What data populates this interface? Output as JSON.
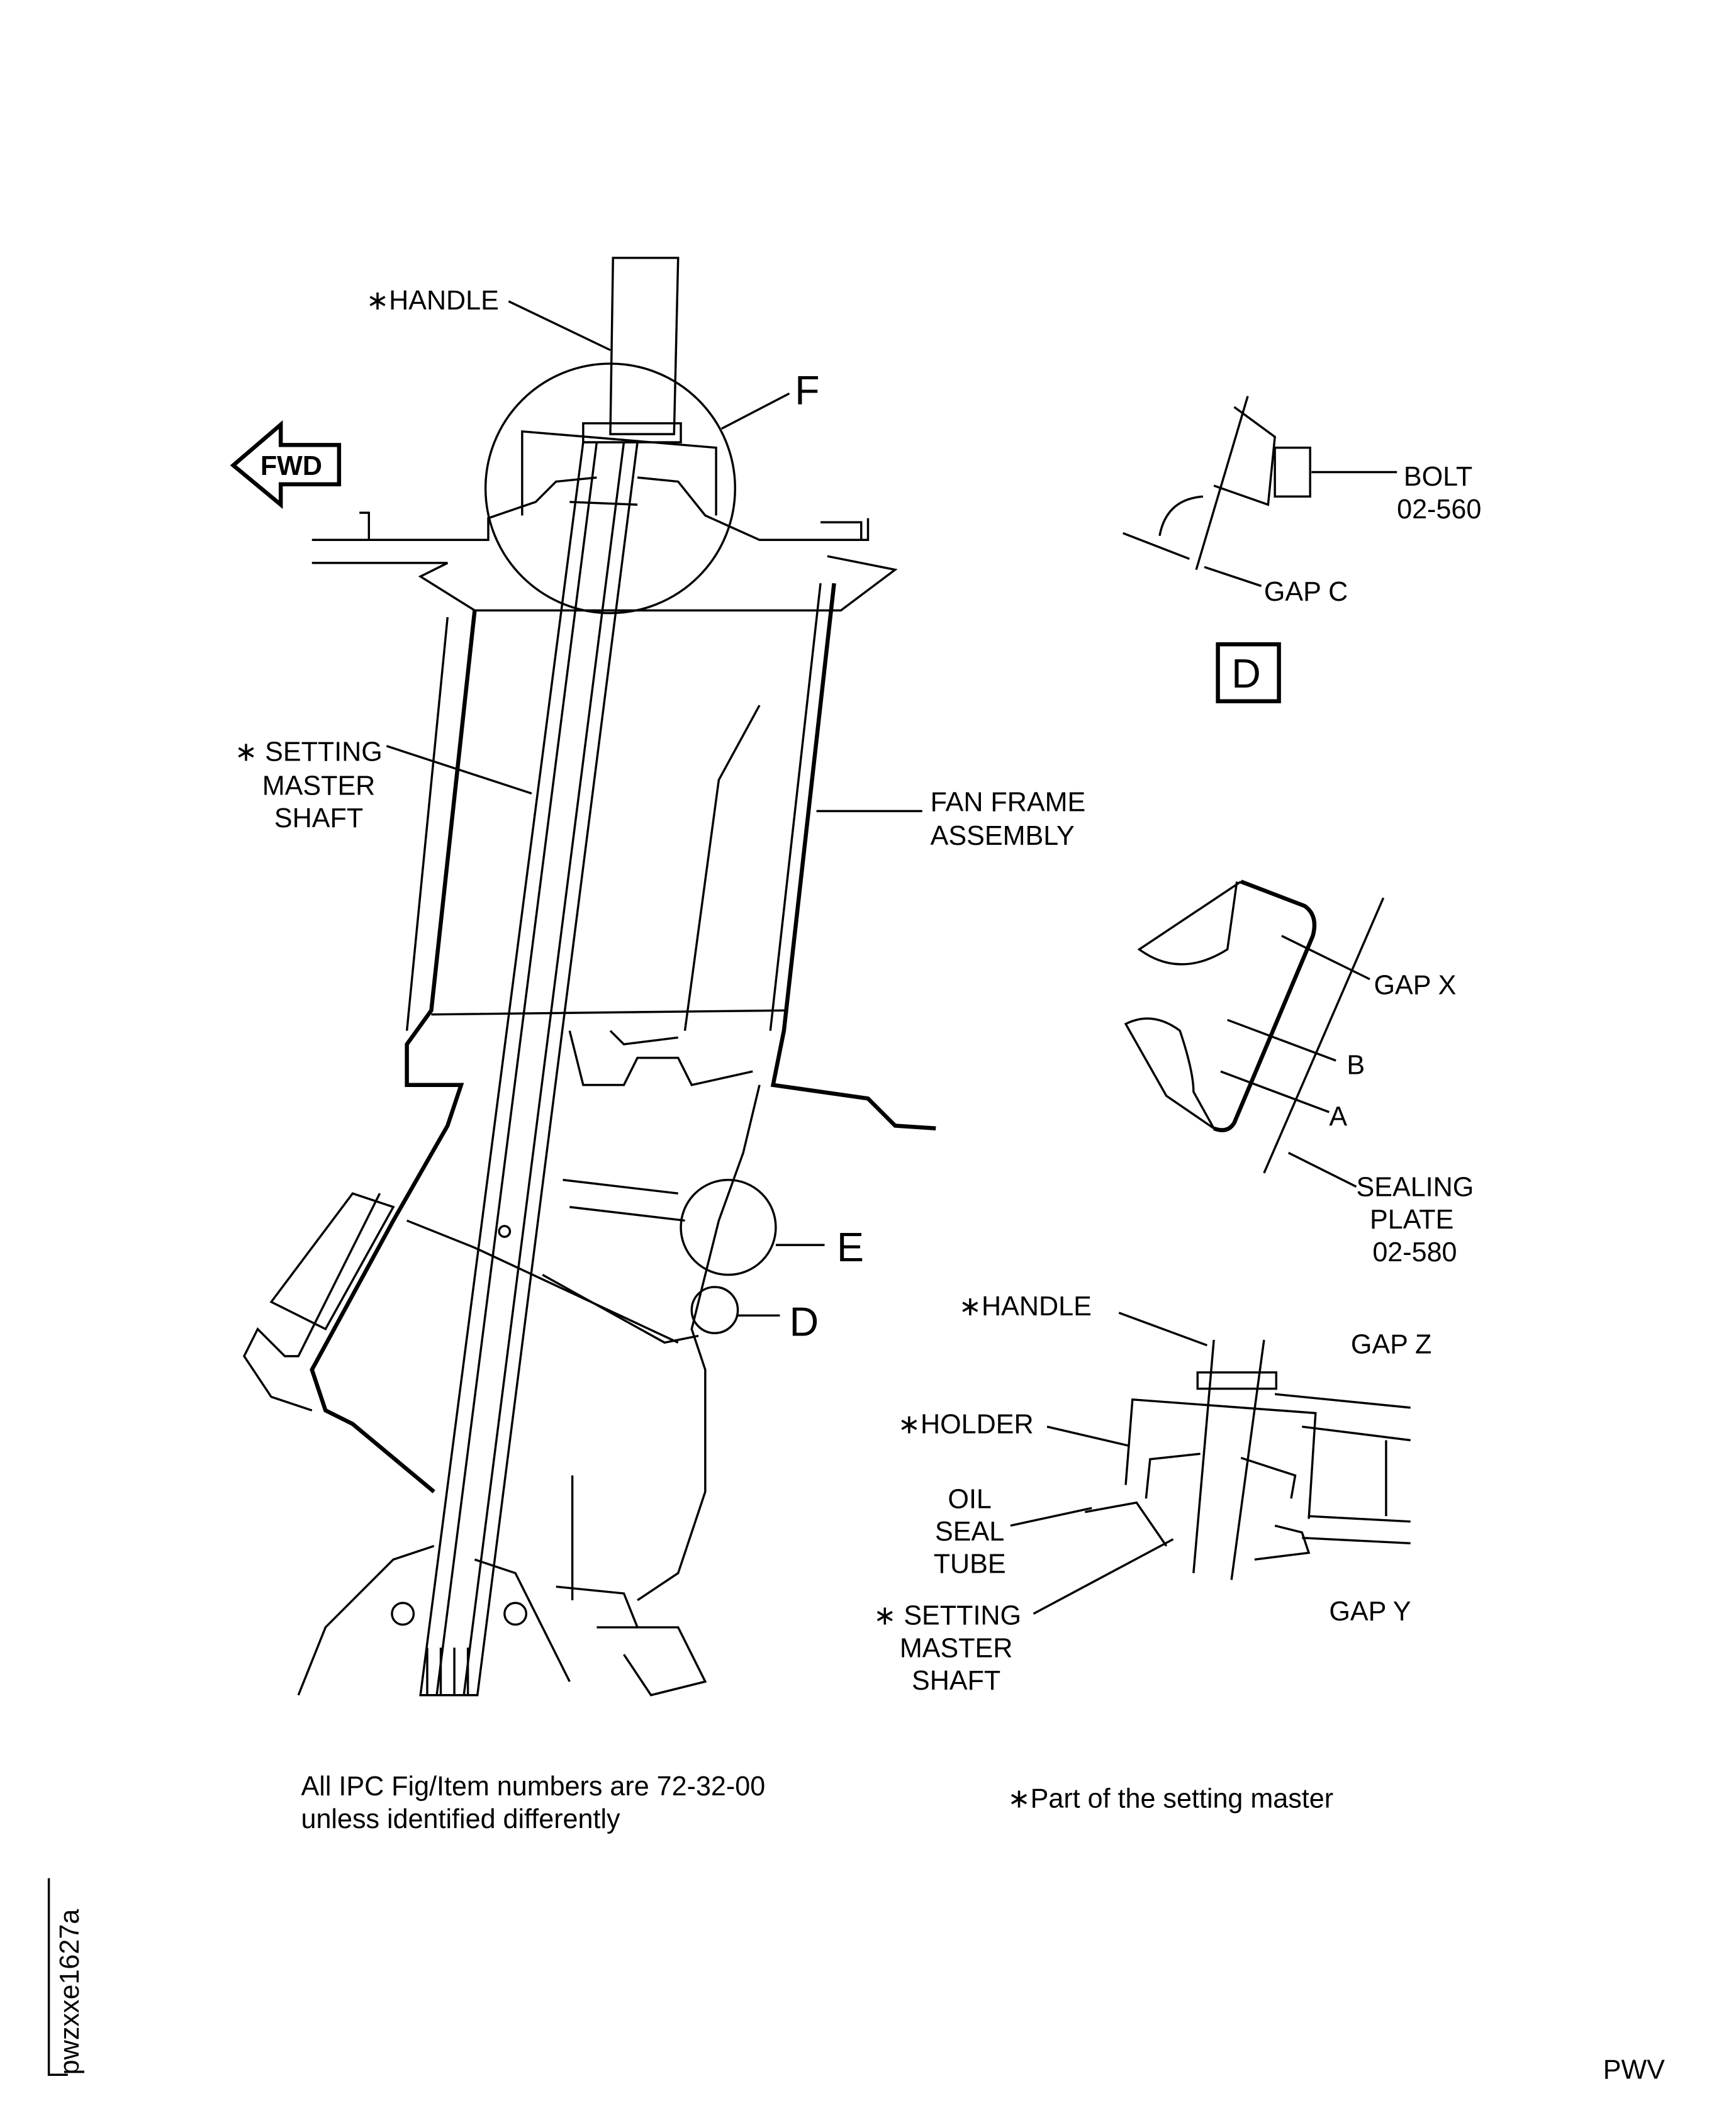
{
  "labels": {
    "handle_main": "∗HANDLE",
    "detail_f": "F",
    "fwd": "FWD",
    "setting_master_shaft_main": [
      "∗ SETTING",
      "MASTER",
      "SHAFT"
    ],
    "fan_frame_assembly": [
      "FAN FRAME",
      "ASSEMBLY"
    ],
    "detail_e": "E",
    "detail_d": "D",
    "bolt": [
      "BOLT",
      "02-560"
    ],
    "gap_c": "GAP C",
    "view_d": "D",
    "gap_x": "GAP X",
    "b": "B",
    "a": "A",
    "sealing_plate": [
      "SEALING",
      "PLATE",
      "02-580"
    ],
    "handle_detail": "∗HANDLE",
    "gap_z": "GAP Z",
    "holder": "∗HOLDER",
    "oil_seal_tube": [
      "OIL",
      "SEAL",
      "TUBE"
    ],
    "setting_master_shaft_detail": [
      "∗ SETTING",
      "MASTER",
      "SHAFT"
    ],
    "gap_y": "GAP Y"
  },
  "notes": {
    "ipc": [
      "All IPC Fig/Item numbers are 72-32-00",
      "unless identified differently"
    ],
    "part_of_master": "∗Part of the setting master",
    "figure_id": "pwzxxe1627a",
    "code": "PWV"
  }
}
